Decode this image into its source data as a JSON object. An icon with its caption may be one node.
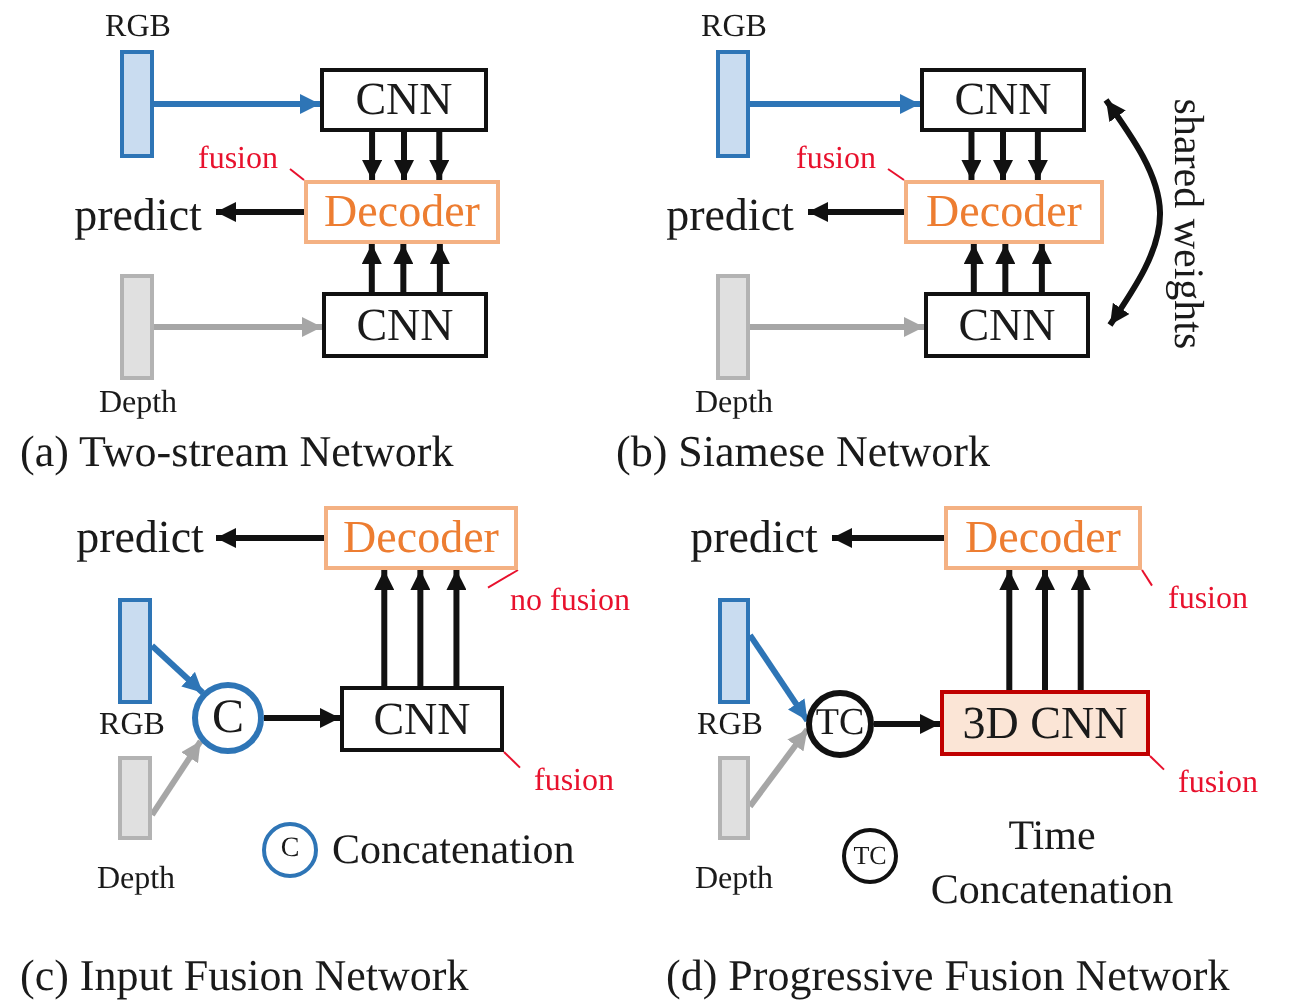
{
  "diagram": {
    "nodes": [
      {
        "text": [],
        "shape": "bar",
        "beside": [
          "RGB"
        ]
      },
      {
        "text": [
          "CNN"
        ]
      },
      {
        "text": [
          "fusion"
        ]
      },
      {
        "text": [
          "predict"
        ]
      },
      {
        "text": [
          "Decoder"
        ]
      },
      {
        "text": [
          "CNN"
        ]
      },
      {
        "text": [],
        "shape": "bar",
        "beside": [
          "Depth"
        ]
      },
      {
        "text": [],
        "shape": "bar",
        "beside": [
          "RGB"
        ]
      },
      {
        "text": [
          "CNN"
        ]
      },
      {
        "text": [
          "fusion"
        ]
      },
      {
        "text": [
          "predict"
        ]
      },
      {
        "text": [
          "Decoder"
        ]
      },
      {
        "text": [
          "CNN"
        ]
      },
      {
        "text": [],
        "shape": "bar",
        "beside": [
          "Depth"
        ]
      },
      {
        "text": [
          "predict"
        ]
      },
      {
        "text": [
          "Decoder"
        ]
      },
      {
        "text": [
          "no fusion"
        ]
      },
      {
        "text": [],
        "shape": "bar",
        "beside": [
          "RGB"
        ]
      },
      {
        "text": [
          "C"
        ]
      },
      {
        "text": [
          "CNN"
        ]
      },
      {
        "text": [
          "fusion"
        ]
      },
      {
        "text": [],
        "shape": "bar",
        "beside": [
          "Depth"
        ]
      },
      {
        "text": [
          "C"
        ],
        "beside": [
          "Concatenation"
        ]
      },
      {
        "text": [
          "predict"
        ]
      },
      {
        "text": [
          "Decoder"
        ]
      },
      {
        "text": [
          "fusion"
        ]
      },
      {
        "text": [],
        "shape": "bar",
        "beside": [
          "RGB"
        ]
      },
      {
        "text": [
          "TC"
        ]
      },
      {
        "text": [
          "3D CNN"
        ]
      },
      {
        "text": [
          "fusion"
        ]
      },
      {
        "text": [],
        "shape": "bar",
        "beside": [
          "Depth"
        ]
      },
      {
        "text": [
          "TC"
        ],
        "beside": [
          "Time Concatenation"
        ]
      }
    ],
    "edges": [
      {
        "from": 0,
        "to": 1,
        "arrow": "to",
        "color": "#2e75b6"
      },
      {
        "from": 1,
        "to": 4,
        "arrow": "to"
      },
      {
        "from": 1,
        "to": 4,
        "arrow": "to"
      },
      {
        "from": 1,
        "to": 4,
        "arrow": "to"
      },
      {
        "from": 5,
        "to": 4,
        "arrow": "to"
      },
      {
        "from": 5,
        "to": 4,
        "arrow": "to"
      },
      {
        "from": 5,
        "to": 4,
        "arrow": "to"
      },
      {
        "from": 6,
        "to": 5,
        "arrow": "to",
        "color": "#a6a6a6"
      },
      {
        "from": 4,
        "to": 3,
        "arrow": "to"
      },
      {
        "from": 2,
        "to": 4,
        "arrow": "none",
        "color": "#e8112d"
      },
      {
        "from": 7,
        "to": 8,
        "arrow": "to",
        "color": "#2e75b6"
      },
      {
        "from": 8,
        "to": 11,
        "arrow": "to"
      },
      {
        "from": 8,
        "to": 11,
        "arrow": "to"
      },
      {
        "from": 8,
        "to": 11,
        "arrow": "to"
      },
      {
        "from": 12,
        "to": 11,
        "arrow": "to"
      },
      {
        "from": 12,
        "to": 11,
        "arrow": "to"
      },
      {
        "from": 12,
        "to": 11,
        "arrow": "to"
      },
      {
        "from": 13,
        "to": 12,
        "arrow": "to",
        "color": "#a6a6a6"
      },
      {
        "from": 11,
        "to": 10,
        "arrow": "to"
      },
      {
        "from": 9,
        "to": 11,
        "arrow": "none",
        "color": "#e8112d"
      },
      {
        "from": 8,
        "to": 12,
        "arrow": "both",
        "label": "shared weights"
      },
      {
        "from": 15,
        "to": 14,
        "arrow": "to"
      },
      {
        "from": 19,
        "to": 15,
        "arrow": "to"
      },
      {
        "from": 19,
        "to": 15,
        "arrow": "to"
      },
      {
        "from": 19,
        "to": 15,
        "arrow": "to"
      },
      {
        "from": 17,
        "to": 18,
        "arrow": "to",
        "color": "#2e75b6"
      },
      {
        "from": 21,
        "to": 18,
        "arrow": "to",
        "color": "#a6a6a6"
      },
      {
        "from": 18,
        "to": 19,
        "arrow": "to"
      },
      {
        "from": 16,
        "to": 15,
        "arrow": "none",
        "color": "#e8112d"
      },
      {
        "from": 20,
        "to": 19,
        "arrow": "none",
        "color": "#e8112d"
      },
      {
        "from": 24,
        "to": 23,
        "arrow": "to"
      },
      {
        "from": 28,
        "to": 24,
        "arrow": "to"
      },
      {
        "from": 28,
        "to": 24,
        "arrow": "to"
      },
      {
        "from": 28,
        "to": 24,
        "arrow": "to"
      },
      {
        "from": 26,
        "to": 27,
        "arrow": "to",
        "color": "#2e75b6"
      },
      {
        "from": 30,
        "to": 27,
        "arrow": "to",
        "color": "#a6a6a6"
      },
      {
        "from": 27,
        "to": 28,
        "arrow": "to"
      },
      {
        "from": 25,
        "to": 24,
        "arrow": "none",
        "color": "#e8112d"
      },
      {
        "from": 29,
        "to": 28,
        "arrow": "none",
        "color": "#e8112d"
      }
    ],
    "labels": [
      "(a) Two-stream Network",
      "(b) Siamese Network",
      "(c) Input Fusion Network",
      "(d) Progressive Fusion Network"
    ]
  }
}
